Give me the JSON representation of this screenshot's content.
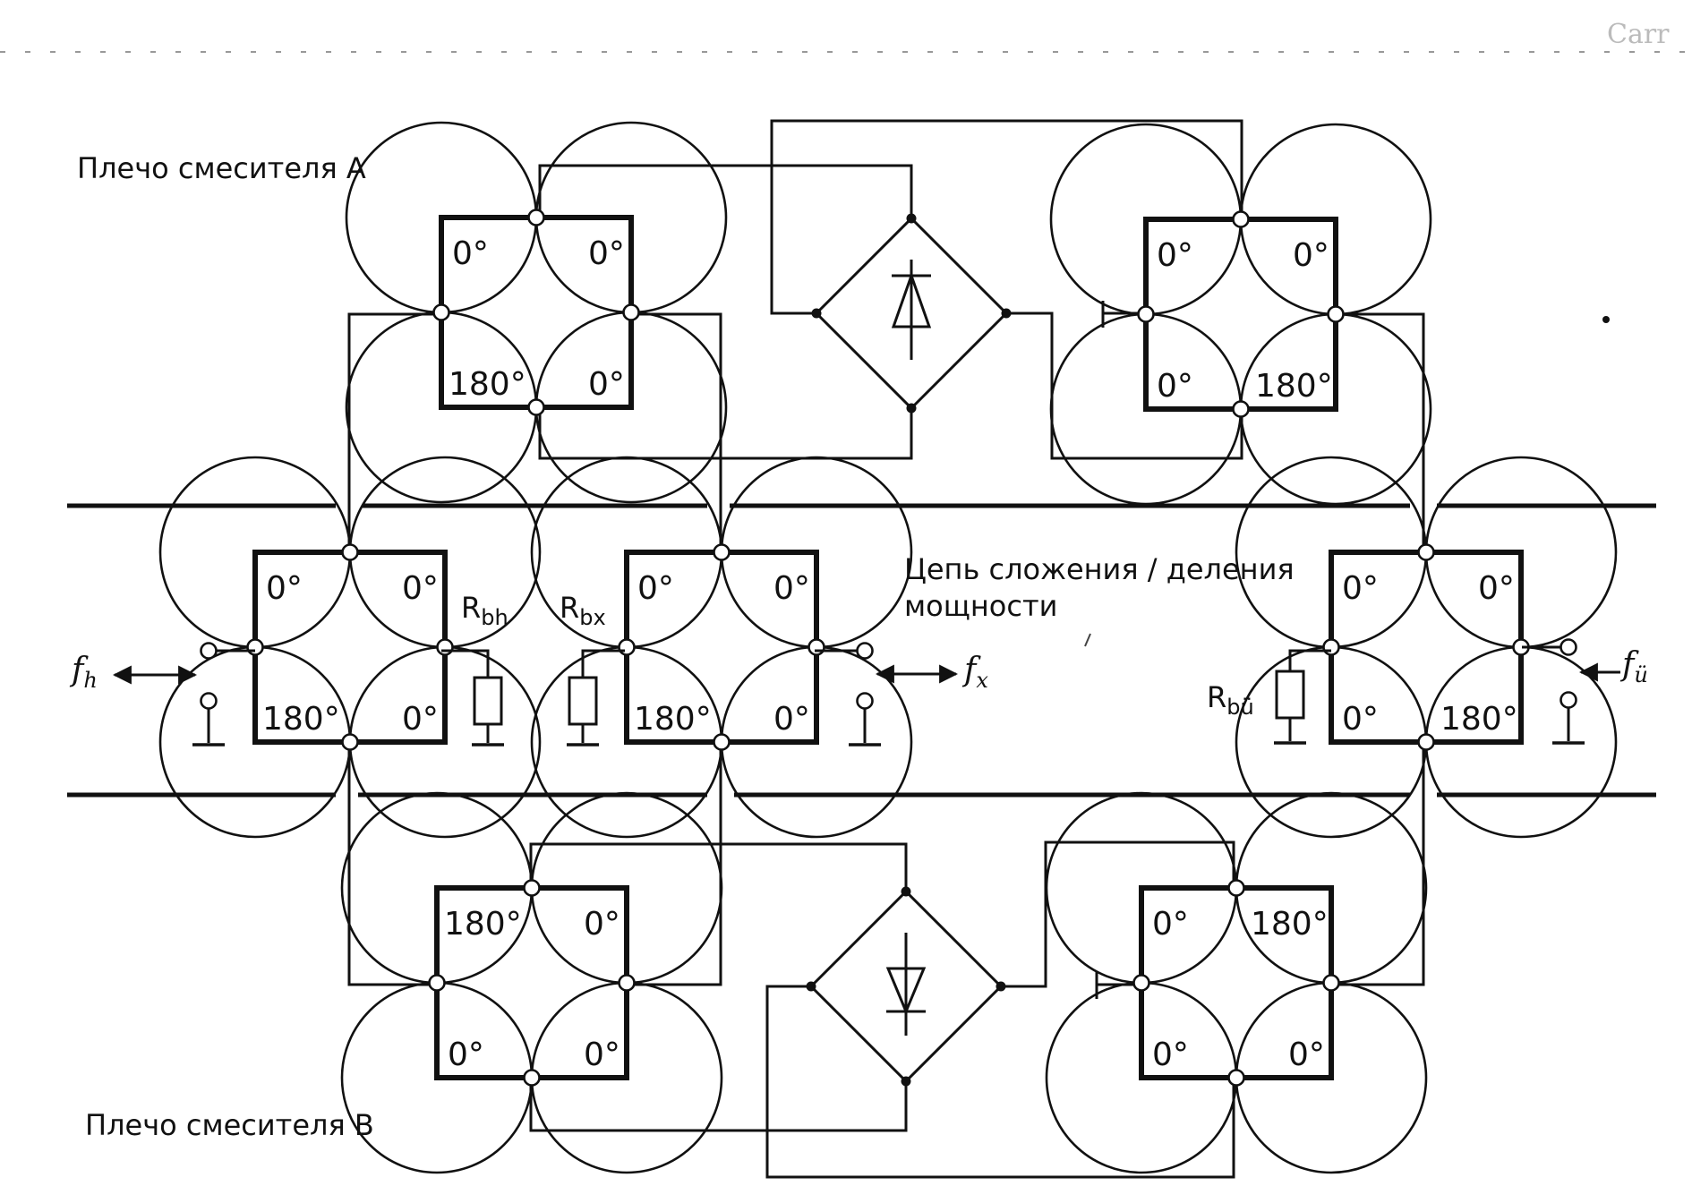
{
  "labels": {
    "mixer_arm_a": "Плечо смесителя А",
    "mixer_arm_b": "Плечо смесителя В",
    "combiner_line1": "Цепь сложения / деления",
    "combiner_line2": "мощности",
    "corner_mark": "Carr"
  },
  "phases": {
    "zero": "0°",
    "half": "180°"
  },
  "ports": {
    "fh": {
      "main": "f",
      "sub": "h"
    },
    "fx": {
      "main": "f",
      "sub": "x"
    },
    "fu": {
      "main": "f",
      "sub": "ü"
    }
  },
  "resistors": {
    "rbh": {
      "main": "R",
      "sub": "bh"
    },
    "rbx": {
      "main": "R",
      "sub": "bx"
    },
    "rbu": {
      "main": "R",
      "sub": "bü"
    }
  }
}
